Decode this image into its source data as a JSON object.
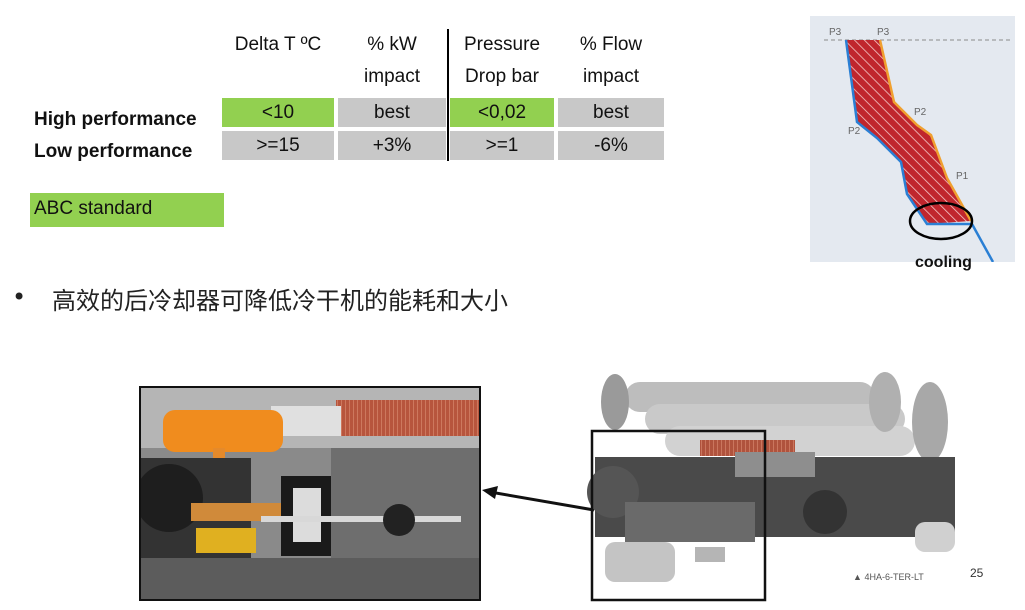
{
  "table": {
    "headers": [
      {
        "line1": "Delta T ºC",
        "line2": ""
      },
      {
        "line1": "% kW",
        "line2": "impact"
      },
      {
        "line1": "Pressure",
        "line2": "Drop bar"
      },
      {
        "line1": "% Flow",
        "line2": "impact"
      }
    ],
    "rows": [
      {
        "label": "High performance",
        "values": [
          "<10",
          "best",
          "<0,02",
          "best"
        ]
      },
      {
        "label": "Low performance",
        "values": [
          ">=15",
          "+3%",
          ">=1",
          "-6%"
        ]
      }
    ]
  },
  "badge": "ABC standard",
  "bullet": {
    "symbol": "•",
    "text": "高效的后冷却器可降低冷干机的能耗和大小"
  },
  "diagram": {
    "labels": [
      "P3",
      "P3",
      "P2",
      "P2",
      "P1"
    ],
    "caption": "cooling"
  },
  "figure": {
    "label": "4HA-6-TER-LT"
  },
  "page_number": "25",
  "colors": {
    "green": "#92d050",
    "grey": "#c8c8c8",
    "hatch_red": "#c0262d",
    "curve_blue": "#2a7fd4",
    "curve_orange": "#f0a030",
    "orange_part": "#f08c1e"
  }
}
